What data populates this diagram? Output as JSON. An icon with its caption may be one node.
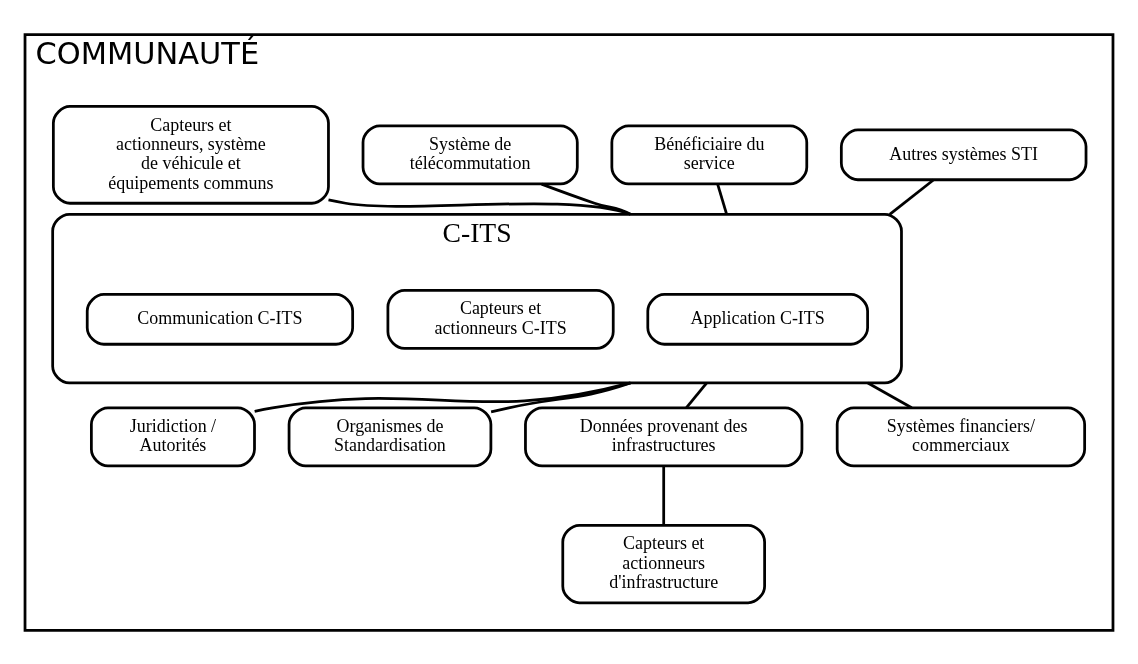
{
  "diagram": {
    "nodes": [
      {
        "text": [
          "COMMUNAUTÉ"
        ]
      },
      {
        "text": [
          "Autres systèmes STI"
        ],
        "in": 0
      },
      {
        "text": [
          "Bénéficiaire du service"
        ],
        "in": 0
      },
      {
        "text": [
          "Système de télécommutation"
        ],
        "in": 0
      },
      {
        "text": [
          "Capteurs et actionneurs, système de véhicule et équipements communs"
        ],
        "in": 0
      },
      {
        "text": [
          "C-ITS"
        ],
        "in": 0
      },
      {
        "text": [
          "Application C-ITS"
        ],
        "in": 5
      },
      {
        "text": [
          "Capteurs et actionneurs C-ITS"
        ],
        "in": 5
      },
      {
        "text": [
          "Communication C-ITS"
        ],
        "in": 5
      },
      {
        "text": [
          "Juridiction / Autorités"
        ],
        "in": 0
      },
      {
        "text": [
          "Organismes de Standardisation"
        ],
        "in": 0
      },
      {
        "text": [
          "Données provenant des infrastructures"
        ],
        "in": 0
      },
      {
        "text": [
          "Systèmes financiers/ commerciaux"
        ],
        "in": 0
      },
      {
        "text": [
          "Capteurs et actionneurs d'infrastructure"
        ],
        "in": 0
      }
    ],
    "edges": [
      {
        "from": 1,
        "to": 5,
        "arrow": "none"
      },
      {
        "from": 2,
        "to": 5,
        "arrow": "none"
      },
      {
        "from": 3,
        "to": 5,
        "arrow": "none"
      },
      {
        "from": 4,
        "to": 5,
        "arrow": "none"
      },
      {
        "from": 5,
        "to": 9,
        "arrow": "none"
      },
      {
        "from": 5,
        "to": 10,
        "arrow": "none"
      },
      {
        "from": 5,
        "to": 11,
        "arrow": "none"
      },
      {
        "from": 5,
        "to": 12,
        "arrow": "none"
      },
      {
        "from": 11,
        "to": 13,
        "arrow": "none"
      }
    ]
  }
}
